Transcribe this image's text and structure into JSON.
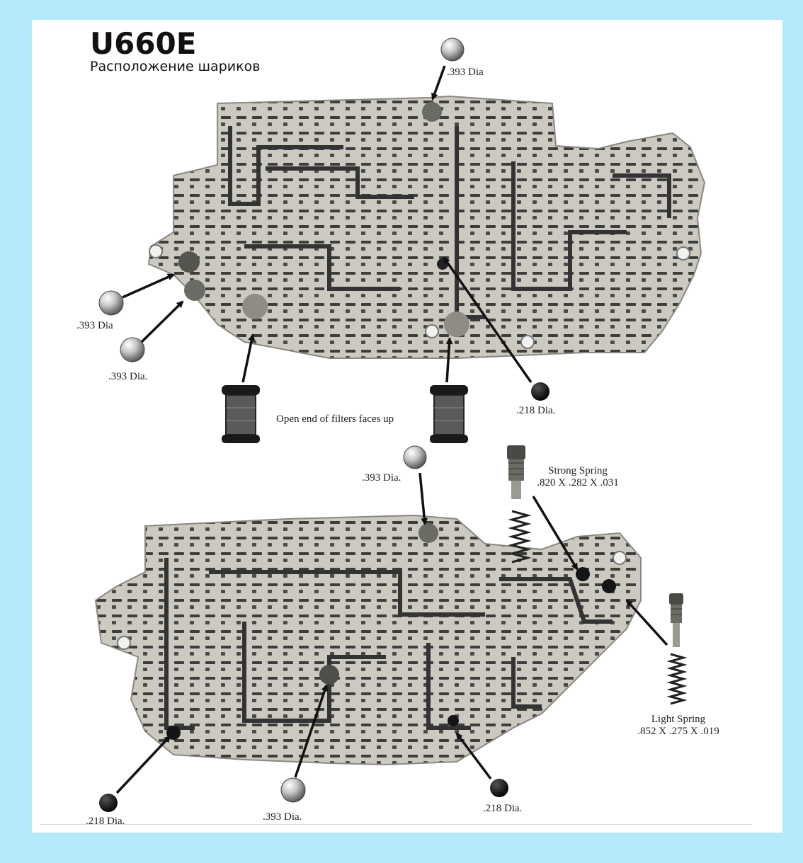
{
  "header": {
    "title": "U660E",
    "subtitle": "Расположение шариков"
  },
  "labels": {
    "top_ball_dia": ".393 Dia",
    "left_ball_1_dia": ".393 Dia",
    "left_ball_2_dia": ".393 Dia.",
    "right_small_ball_dia": ".218 Dia.",
    "filters_note": "Open end of filters faces up",
    "lower_top_ball_dia": ".393 Dia.",
    "strong_spring_title": "Strong Spring",
    "strong_spring_dims": ".820 X .282 X .031",
    "light_spring_title": "Light Spring",
    "light_spring_dims": ".852 X .275 X .019",
    "lower_left_small_ball_dia": ".218 Dia.",
    "lower_mid_ball_dia": ".393 Dia.",
    "lower_right_small_ball_dia": ".218 Dia."
  },
  "colors": {
    "background": "#b3e9fb",
    "page": "#ffffff",
    "casting": "#c9c7be",
    "channel": "#3a3a3a",
    "steel_ball": "#cfcfcf",
    "black_ball": "#111111"
  }
}
